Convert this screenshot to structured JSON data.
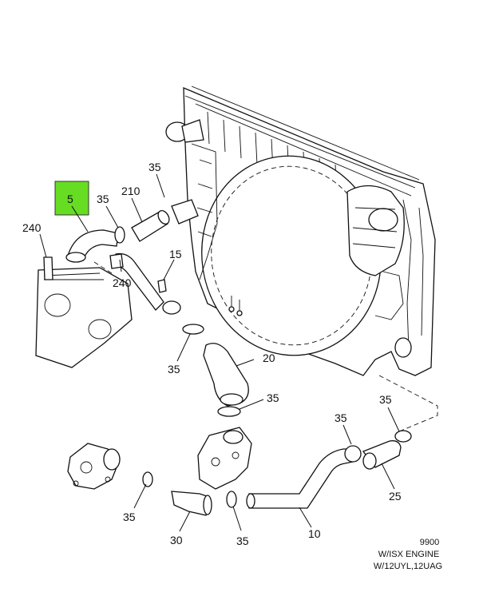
{
  "callouts": {
    "c5": "5",
    "c35_a": "35",
    "c210": "210",
    "c35_b": "35",
    "c240_a": "240",
    "c240_b": "240",
    "c15": "15",
    "c35_c": "35",
    "c20": "20",
    "c35_d": "35",
    "c35_e": "35",
    "c35_f": "35",
    "c25": "25",
    "c35_g": "35",
    "c30": "30",
    "c35_h": "35",
    "c10": "10"
  },
  "footer": {
    "number": "9900",
    "engine": "W/ISX ENGINE",
    "models": "W/12UYL,12UAG"
  },
  "colors": {
    "highlight": "#66dd22"
  }
}
